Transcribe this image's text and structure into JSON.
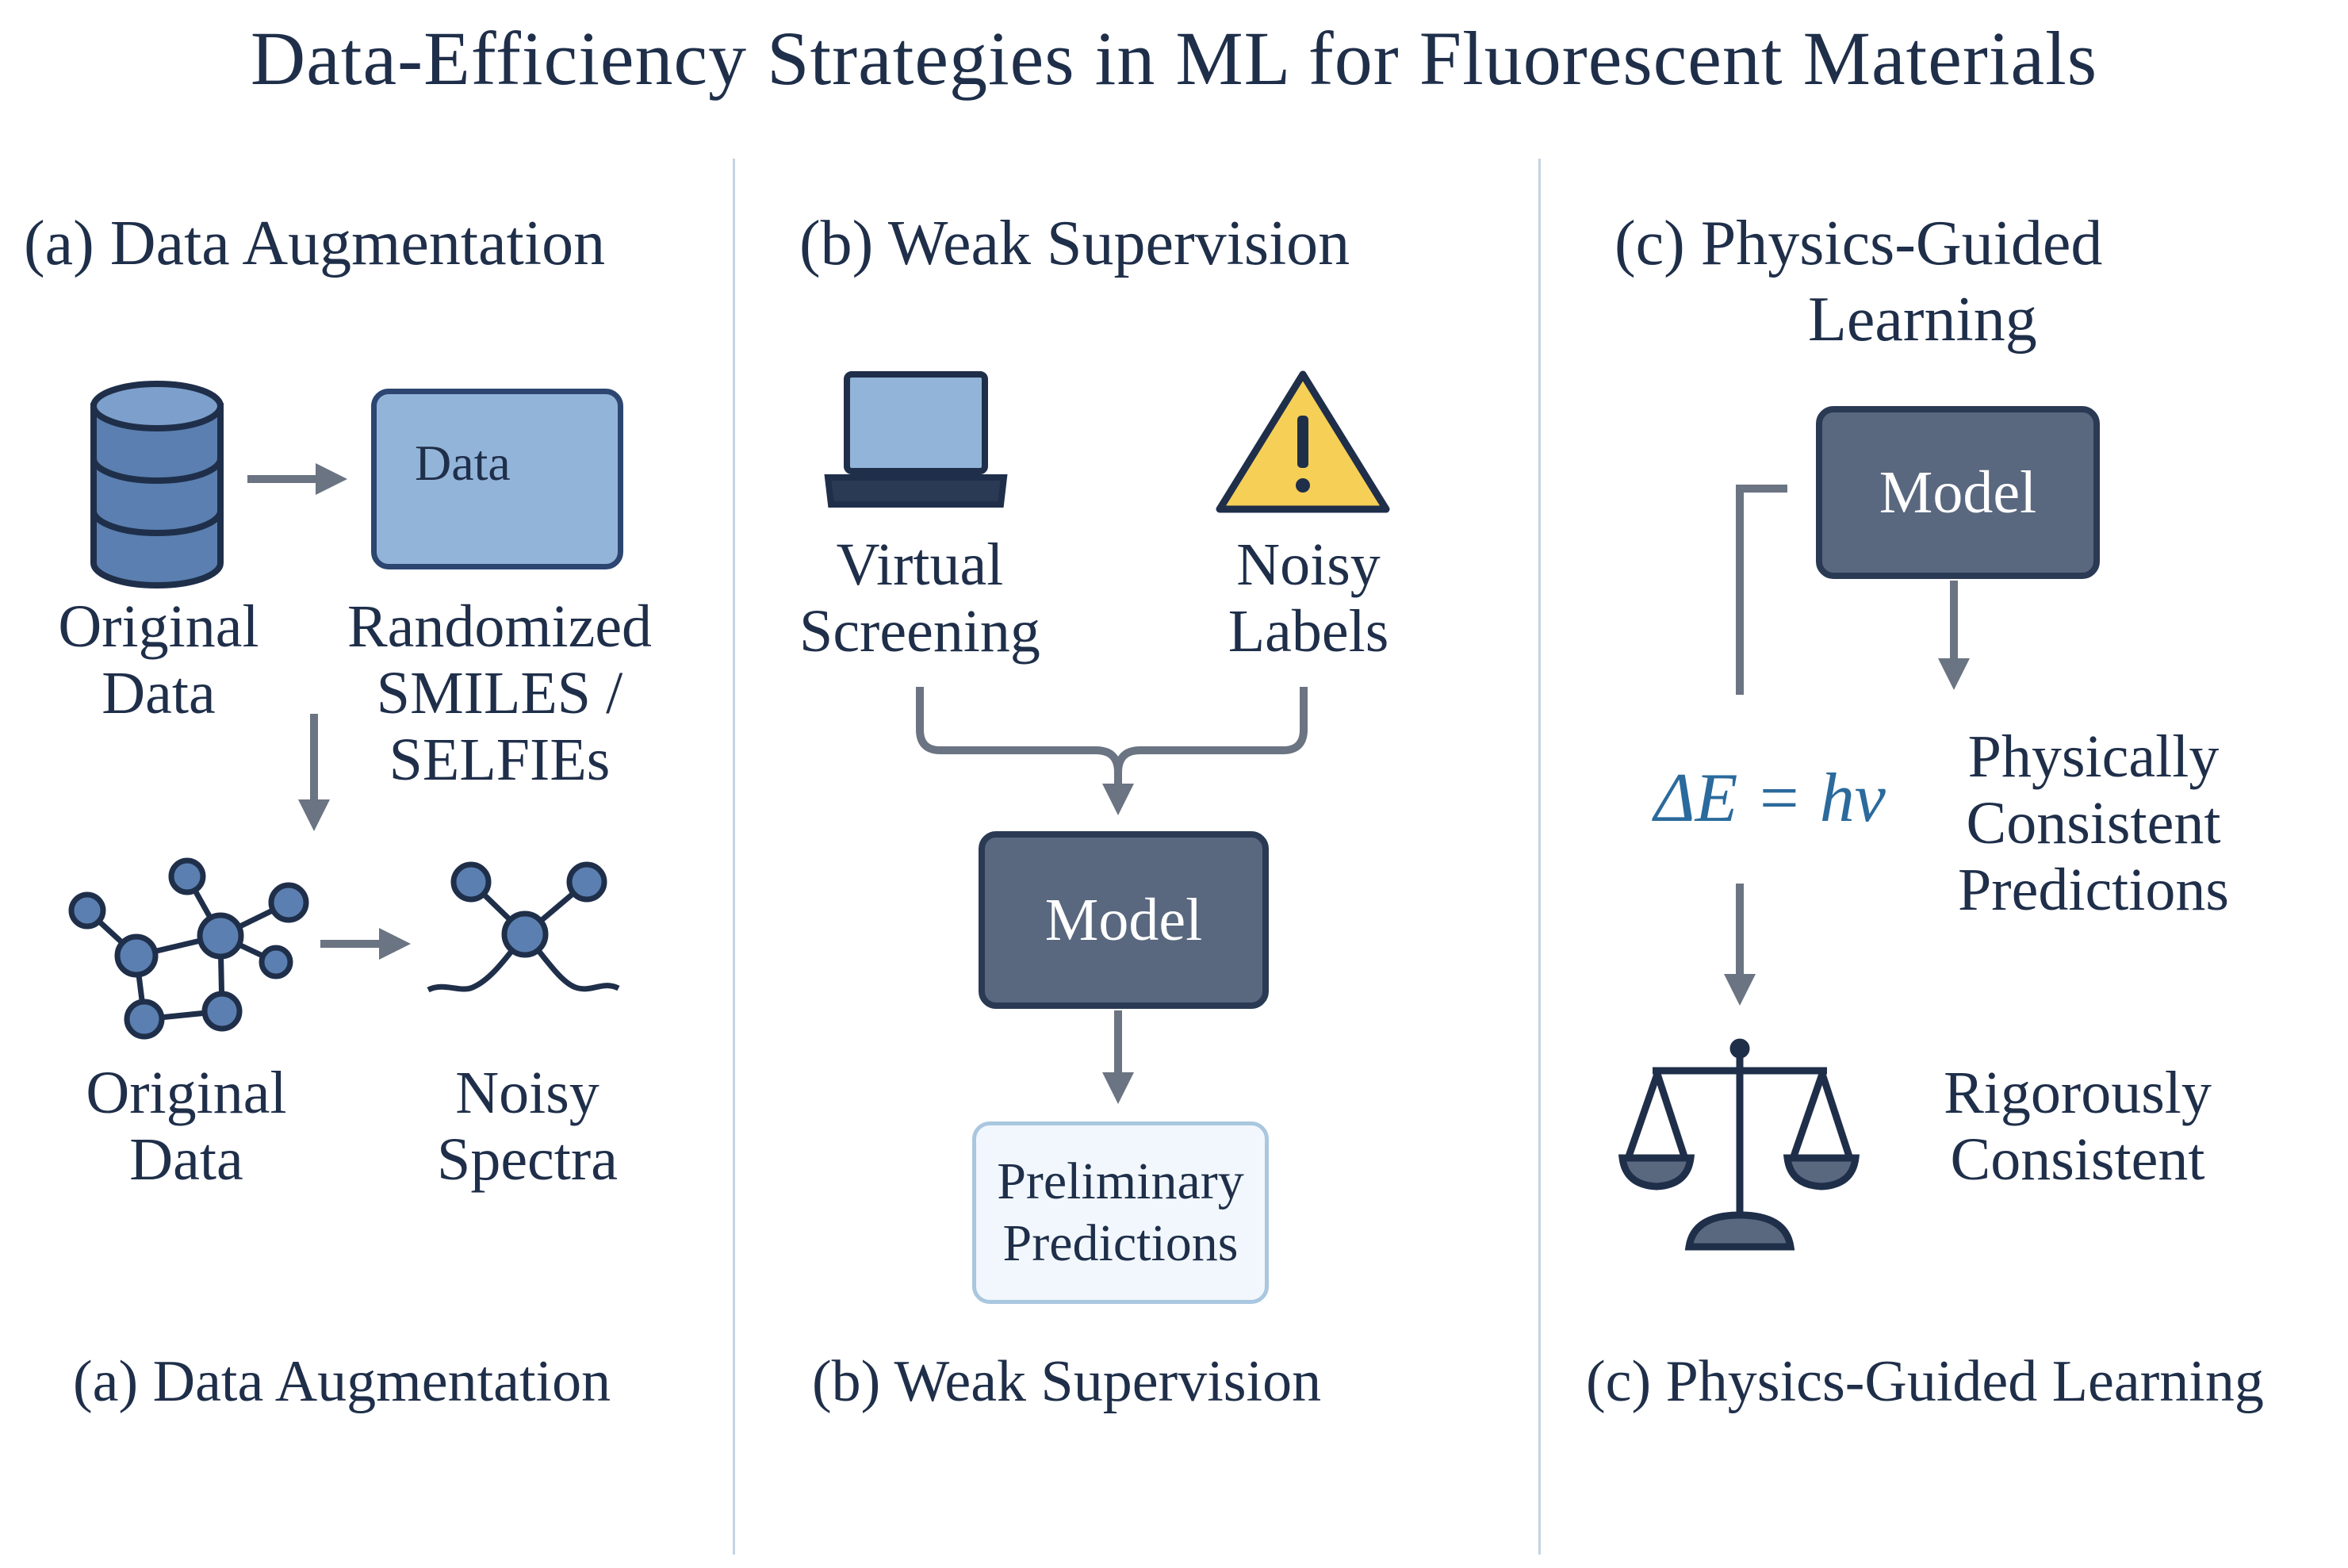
{
  "title": "Data-Efficiency Strategies in ML for Fluorescent Materials",
  "panels": {
    "a": {
      "heading": "(a) Data Augmentation",
      "footer": "(a) Data Augmentation",
      "box_text": "Data",
      "original_data_1": "Original Data",
      "randomized": "Randomized SMILES / SELFIEs",
      "original_data_2": "Original Data",
      "noisy_spectra": "Noisy Spectra"
    },
    "b": {
      "heading": "(b) Weak Supervision",
      "footer": "(b) Weak Supervision",
      "virtual_screening": "Virtual Screening",
      "noisy_labels": "Noisy Labels",
      "model": "Model",
      "preliminary": "Preliminary",
      "predictions": "Predictions"
    },
    "c": {
      "heading_line1": "(c) Physics-Guided",
      "heading_line2": "Learning",
      "footer": "(c) Physics-Guided Learning",
      "model": "Model",
      "formula": "ΔE = hν",
      "physically": "Physically Consistent Predictions",
      "rigorously": "Rigorously Consistent"
    }
  },
  "colors": {
    "navy": "#1f2f4a",
    "model_fill": "#59677f",
    "icon_blue": "#5a7fb0",
    "light_blue": "#93b4d9",
    "arrow_gray": "#6b7482",
    "warning_yellow": "#f6cf57",
    "formula_blue": "#2b6a9c"
  },
  "icons": [
    "database-icon",
    "molecule-graph-icon",
    "molecule-noisy-icon",
    "laptop-icon",
    "warning-icon",
    "balance-scale-icon"
  ]
}
